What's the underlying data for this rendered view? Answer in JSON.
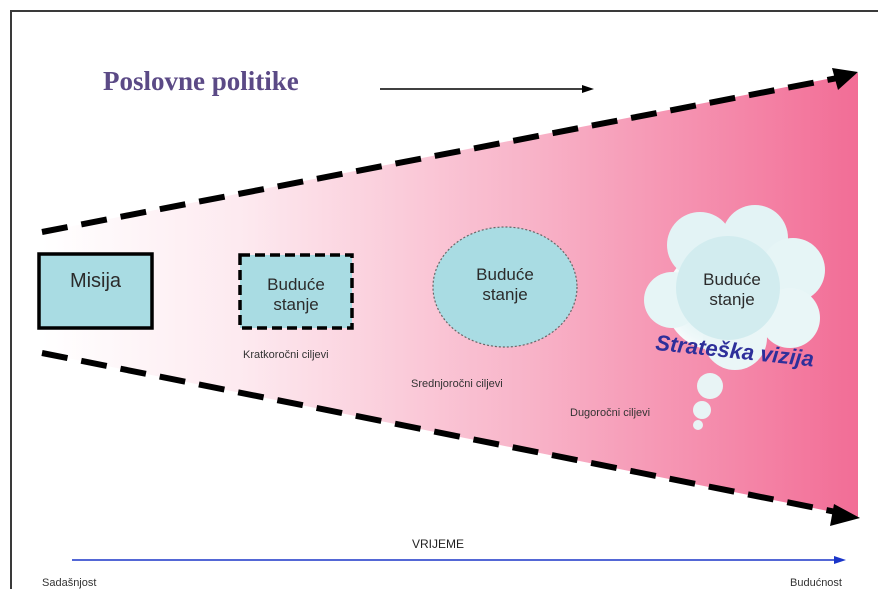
{
  "title": "Poslovne politike",
  "mission": "Misija",
  "state_short": [
    "Buduće",
    "stanje"
  ],
  "state_mid": [
    "Buduće",
    "stanje"
  ],
  "state_long": [
    "Buduće",
    "stanje"
  ],
  "goals": {
    "short": "Kratkoročni ciljevi",
    "mid": "Srednjoročni ciljevi",
    "long": "Dugoročni ciljevi"
  },
  "vision": "Strateška vizija",
  "time_axis": {
    "label": "VRIJEME",
    "start": "Sadašnjost",
    "end": "Budućnost"
  },
  "colors": {
    "title": "#5b4a86",
    "vision": "#2e2f9a",
    "wedge_end": "#f26d96",
    "box_fill": "#a9dce3",
    "axis": "#1a35c9"
  }
}
